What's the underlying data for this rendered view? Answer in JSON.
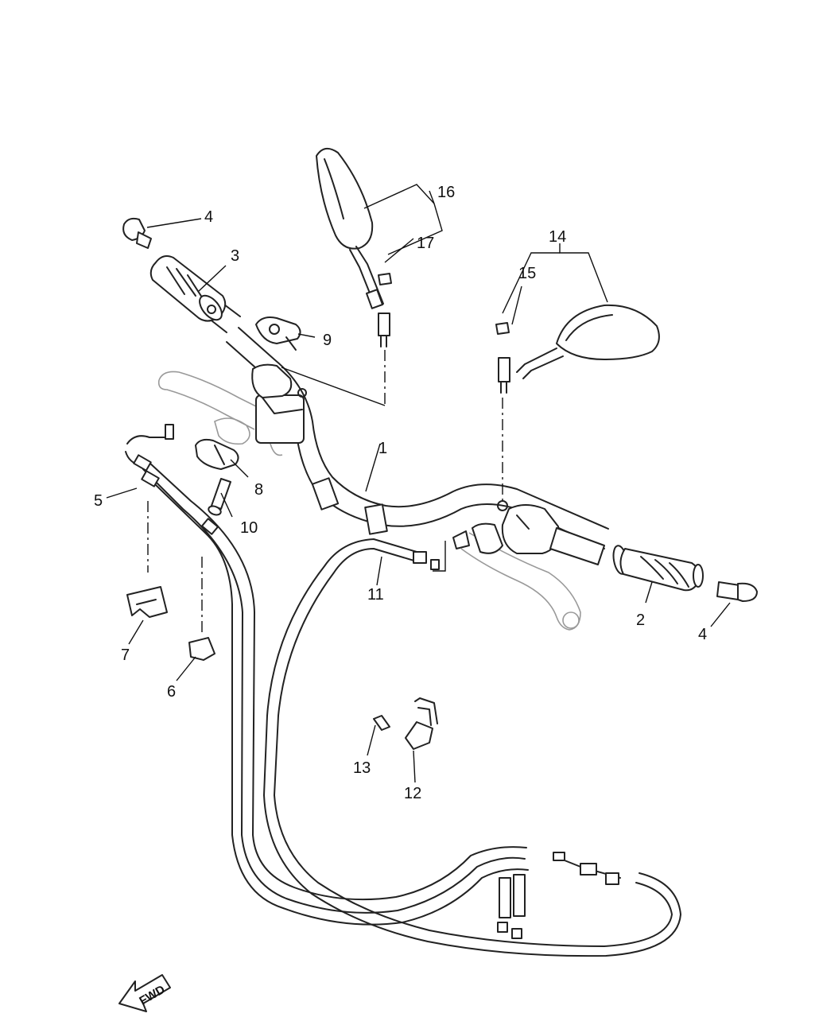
{
  "labels": {
    "p1": "1",
    "p2": "2",
    "p3": "3",
    "p4a": "4",
    "p4b": "4",
    "p5": "5",
    "p6": "6",
    "p7": "7",
    "p8": "8",
    "p9": "9",
    "p10": "10",
    "p11": "11",
    "p12": "12",
    "p13": "13",
    "p14": "14",
    "p15": "15",
    "p16": "16",
    "p17": "17"
  },
  "fwd": "FWD"
}
